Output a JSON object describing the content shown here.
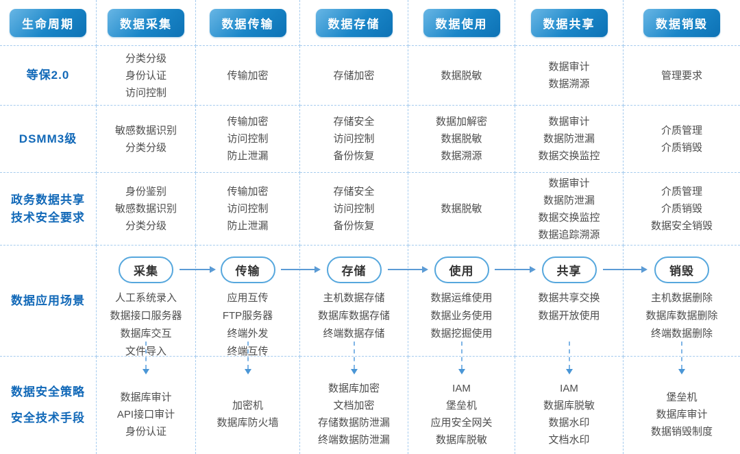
{
  "header": {
    "lifecycle": "生命周期",
    "stages": [
      "数据采集",
      "数据传输",
      "数据存储",
      "数据使用",
      "数据共享",
      "数据销毁"
    ]
  },
  "rows": [
    {
      "id": "dengbao",
      "label_lines": [
        "等保2.0"
      ],
      "cells": [
        [
          "分类分级",
          "身份认证",
          "访问控制"
        ],
        [
          "传输加密"
        ],
        [
          "存储加密"
        ],
        [
          "数据脱敏"
        ],
        [
          "数据审计",
          "数据溯源"
        ],
        [
          "管理要求"
        ]
      ]
    },
    {
      "id": "dsmm3",
      "label_lines": [
        "DSMM3级"
      ],
      "cells": [
        [
          "敏感数据识别",
          "分类分级"
        ],
        [
          "传输加密",
          "访问控制",
          "防止泄漏"
        ],
        [
          "存储安全",
          "访问控制",
          "备份恢复"
        ],
        [
          "数据加解密",
          "数据脱敏",
          "数据溯源"
        ],
        [
          "数据审计",
          "数据防泄漏",
          "数据交换监控"
        ],
        [
          "介质管理",
          "介质销毁"
        ]
      ]
    },
    {
      "id": "gov-share",
      "label_lines": [
        "政务数据共享",
        "技术安全要求"
      ],
      "cells": [
        [
          "身份鉴别",
          "敏感数据识别",
          "分类分级"
        ],
        [
          "传输加密",
          "访问控制",
          "防止泄漏"
        ],
        [
          "存储安全",
          "访问控制",
          "备份恢复"
        ],
        [
          "数据脱敏"
        ],
        [
          "数据审计",
          "数据防泄漏",
          "数据交换监控",
          "数据追踪溯源"
        ],
        [
          "介质管理",
          "介质销毁",
          "数据安全销毁"
        ]
      ]
    }
  ],
  "scenario_row": {
    "label_lines": [
      "数据应用场景"
    ],
    "stages": [
      {
        "name": "采集",
        "items": [
          "人工系统录入",
          "数据接口服务器",
          "数据库交互",
          "文件导入"
        ]
      },
      {
        "name": "传输",
        "items": [
          "应用互传",
          "FTP服务器",
          "终端外发",
          "终端互传"
        ]
      },
      {
        "name": "存储",
        "items": [
          "主机数据存储",
          "数据库数据存储",
          "终端数据存储"
        ]
      },
      {
        "name": "使用",
        "items": [
          "数据运维使用",
          "数据业务使用",
          "数据挖掘使用"
        ]
      },
      {
        "name": "共享",
        "items": [
          "数据共享交换",
          "数据开放使用"
        ]
      },
      {
        "name": "销毁",
        "items": [
          "主机数据删除",
          "数据库数据删除",
          "终端数据删除"
        ]
      }
    ]
  },
  "security_row": {
    "label_lines": [
      "数据安全策略",
      "安全技术手段"
    ],
    "cells": [
      [
        "数据库审计",
        "API接口审计",
        "身份认证"
      ],
      [
        "加密机",
        "数据库防火墙"
      ],
      [
        "数据库加密",
        "文档加密",
        "存储数据防泄漏",
        "终端数据防泄漏"
      ],
      [
        "IAM",
        "堡垒机",
        "应用安全网关",
        "数据库脱敏"
      ],
      [
        "IAM",
        "数据库脱敏",
        "数据水印",
        "文档水印"
      ],
      [
        "堡垒机",
        "数据库审计",
        "数据销毁制度"
      ]
    ]
  },
  "colors": {
    "pill_gradient_start": "#68b6e5",
    "pill_gradient_mid": "#1a86c8",
    "pill_gradient_end": "#0d72b5",
    "row_label_blue": "#1269b8",
    "body_text": "#4d4d4d",
    "dashed_line": "#a5cbee",
    "solid_arrow": "#5b9bd5",
    "dashed_arrow": "#7fb5e6",
    "arrow_head": "#4a96d6",
    "oval_border": "#56a7dd"
  }
}
